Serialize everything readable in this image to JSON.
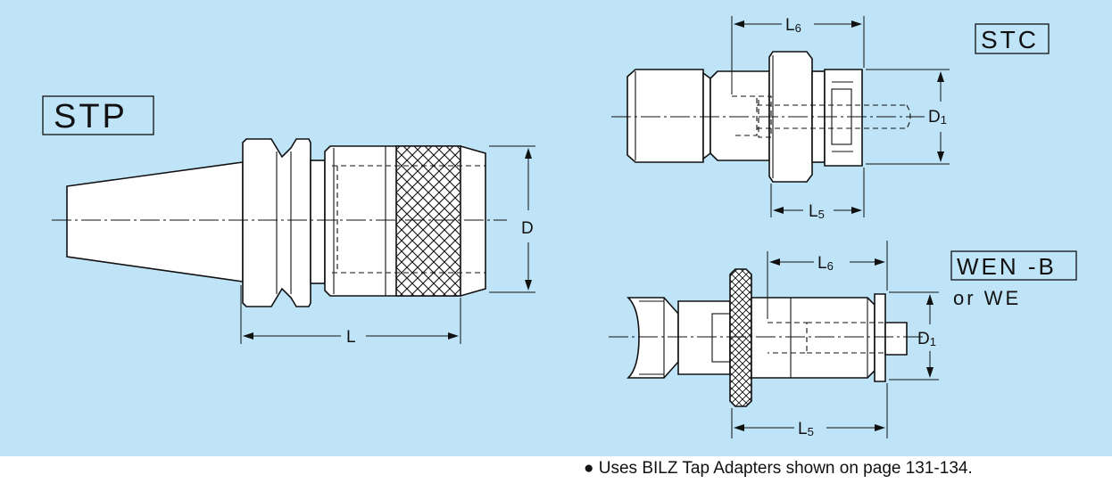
{
  "labels": {
    "stp": "STP",
    "stc": "STC",
    "wen": "WEN -B",
    "wen_or": "or  WE"
  },
  "dims": {
    "stp_L": "L",
    "stp_D": "D",
    "stc_L": "L",
    "stc_L6_sub": "6",
    "stc_L5_sub": "5",
    "stc_D": "D",
    "stc_D1_sub": "1",
    "wen_L": "L",
    "wen_L6_sub": "6",
    "wen_L5_sub": "5",
    "wen_D": "D",
    "wen_D1_sub": "1"
  },
  "footnote": "● Uses BILZ Tap Adapters shown on page 131-134.",
  "colors": {
    "panel": "#bfe3f7",
    "line": "#111111"
  }
}
